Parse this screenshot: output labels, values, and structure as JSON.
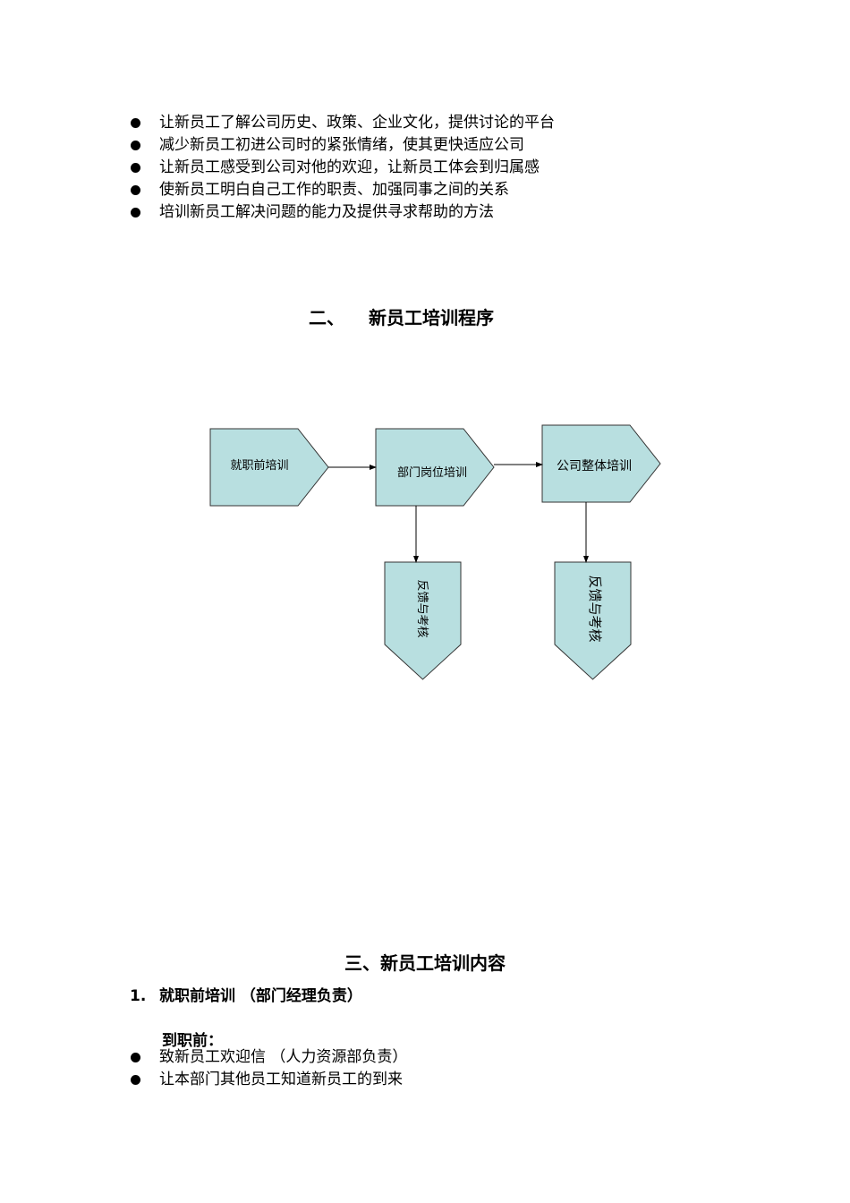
{
  "intro_bullets": [
    "让新员工了解公司历史、政策、企业文化，提供讨论的平台",
    "减少新员工初进公司时的紧张情绪，使其更快适应公司",
    "让新员工感受到公司对他的欢迎，让新员工体会到归属感",
    "使新员工明白自己工作的职责、加强同事之间的关系",
    "培训新员工解决问题的能力及提供寻求帮助的方法"
  ],
  "section2": {
    "number": "二、",
    "title": "新员工培训程序"
  },
  "flowchart": {
    "node_fill": "#b8dfe0",
    "nodes": {
      "pre_job": "就职前培训",
      "department": "部门岗位培训",
      "company": "公司整体培训",
      "feedback1": "反馈与考核",
      "feedback2": "反馈与考核"
    }
  },
  "section3": {
    "title": "三、新员工培训内容"
  },
  "step1": {
    "number": "1.",
    "title": "就职前培训  （部门经理负责）"
  },
  "prearrival": {
    "label": "到职前：",
    "bullets": [
      "致新员工欢迎信  （人力资源部负责）",
      "让本部门其他员工知道新员工的到来"
    ]
  }
}
